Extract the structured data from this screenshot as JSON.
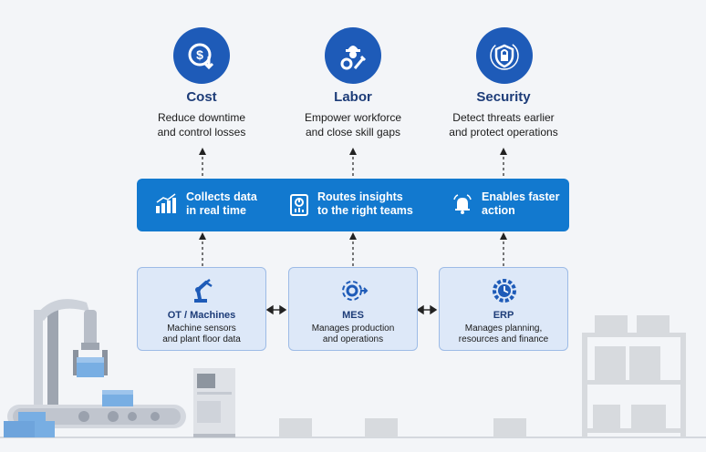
{
  "pillars": [
    {
      "title": "Cost",
      "desc_line1": "Reduce downtime",
      "desc_line2": "and control losses",
      "icon": "dollar-arrow-icon"
    },
    {
      "title": "Labor",
      "desc_line1": "Empower workforce",
      "desc_line2": "and close skill gaps",
      "icon": "worker-gear-icon"
    },
    {
      "title": "Security",
      "desc_line1": "Detect threats earlier",
      "desc_line2": "and protect operations",
      "icon": "shield-lock-icon"
    }
  ],
  "band": [
    {
      "line1": "Collects data",
      "line2": "in real time",
      "icon": "bar-chart-icon"
    },
    {
      "line1": "Routes insights",
      "line2": "to the right teams",
      "icon": "report-icon"
    },
    {
      "line1": "Enables faster",
      "line2": "action",
      "icon": "bell-icon"
    }
  ],
  "systems": [
    {
      "title": "OT / Machines",
      "desc_line1": "Machine sensors",
      "desc_line2": "and plant floor data",
      "icon": "robot-arm-icon"
    },
    {
      "title": "MES",
      "desc_line1": "Manages production",
      "desc_line2": "and operations",
      "icon": "gear-cycle-icon"
    },
    {
      "title": "ERP",
      "desc_line1": "Manages planning,",
      "desc_line2": "resources and finance",
      "icon": "gear-clock-icon"
    }
  ],
  "colors": {
    "primary_dark": "#1e5bb8",
    "band_blue": "#1279cf",
    "box_fill": "#dde8f8",
    "title_navy": "#1d3c78",
    "background": "#f3f5f8"
  }
}
